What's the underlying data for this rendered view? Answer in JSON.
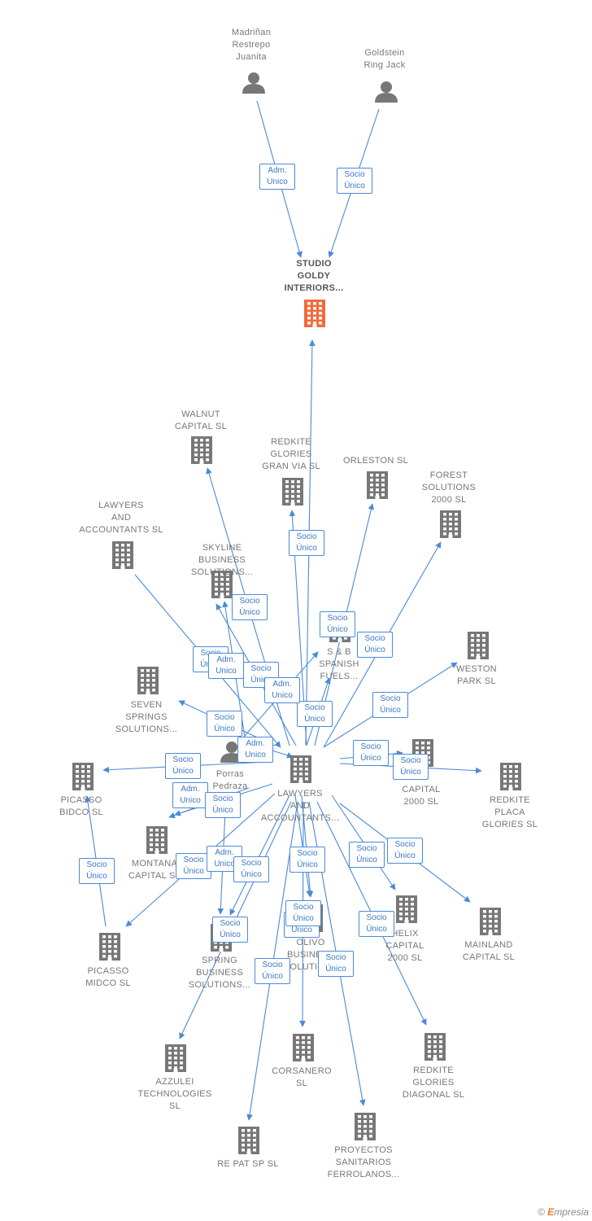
{
  "colors": {
    "edge": "#4a8ad7",
    "building": "#777777",
    "focus_building": "#f26b3a",
    "person": "#777777"
  },
  "nodes": [
    {
      "id": "madrinan",
      "type": "person",
      "label": "Madriñan\nRestrepo\nJuanita"
    },
    {
      "id": "goldstein",
      "type": "person",
      "label": "Goldstein\nRing Jack"
    },
    {
      "id": "studio",
      "type": "company",
      "focus": true,
      "label": "STUDIO\nGOLDY\nINTERIORS..."
    },
    {
      "id": "walnut",
      "type": "company",
      "label": "WALNUT\nCAPITAL  SL"
    },
    {
      "id": "redkite_gv",
      "type": "company",
      "label": "REDKITE\nGLORIES\nGRAN VIA  SL"
    },
    {
      "id": "orleston",
      "type": "company",
      "label": "ORLESTON  SL"
    },
    {
      "id": "forest",
      "type": "company",
      "label": "FOREST\nSOLUTIONS\n2000  SL"
    },
    {
      "id": "lawyers_top",
      "type": "company",
      "label": "LAWYERS\nAND\nACCOUNTANTS SL"
    },
    {
      "id": "skyline",
      "type": "company",
      "label": "SKYLINE\nBUSINESS\nSOLUTIONS..."
    },
    {
      "id": "sb_spanish",
      "type": "company",
      "label": "S & B\nSPANISH\nFUELS..."
    },
    {
      "id": "weston",
      "type": "company",
      "label": "WESTON\nPARK  SL"
    },
    {
      "id": "seven",
      "type": "company",
      "label": "SEVEN\nSPRINGS\nSOLUTIONS..."
    },
    {
      "id": "porras",
      "type": "person",
      "label": "Porras\nPedraza"
    },
    {
      "id": "lawyers_center",
      "type": "company",
      "label": "LAWYERS\nAND\nACCOUNTANTS..."
    },
    {
      "id": "x_capital",
      "type": "company",
      "label": "X\nCAPITAL\n2000  SL"
    },
    {
      "id": "redkite_placa",
      "type": "company",
      "label": "REDKITE\nPLACA\nGLORIES  SL"
    },
    {
      "id": "picasso_bidco",
      "type": "company",
      "label": "PICASSO\nBIDCO  SL"
    },
    {
      "id": "montana",
      "type": "company",
      "label": "MONTANA\nCAPITAL  SL"
    },
    {
      "id": "picasso_midco",
      "type": "company",
      "label": "PICASSO\nMIDCO  SL"
    },
    {
      "id": "spring",
      "type": "company",
      "label": "SPRING\nBUSINESS\nSOLUTIONS..."
    },
    {
      "id": "olivo",
      "type": "company",
      "label": "OLIVO\nBUSINESS\nSOLUTIONS"
    },
    {
      "id": "helix",
      "type": "company",
      "label": "HELIX\nCAPITAL\n2000  SL"
    },
    {
      "id": "mainland",
      "type": "company",
      "label": "MAINLAND\nCAPITAL  SL"
    },
    {
      "id": "azzulei",
      "type": "company",
      "label": "AZZULEI\nTECHNOLOGIES\nSL"
    },
    {
      "id": "corsanero",
      "type": "company",
      "label": "CORSANERO\nSL"
    },
    {
      "id": "redkite_diag",
      "type": "company",
      "label": "REDKITE\nGLORIES\nDIAGONAL  SL"
    },
    {
      "id": "repat",
      "type": "company",
      "label": "RE PAT SP  SL"
    },
    {
      "id": "proyectos",
      "type": "company",
      "label": "PROYECTOS\nSANITARIOS\nFERROLANOS..."
    }
  ],
  "edges": [
    {
      "from": "madrinan",
      "to": "studio",
      "label": "Adm.\nUnico"
    },
    {
      "from": "goldstein",
      "to": "studio",
      "label": "Socio\nÚnico"
    },
    {
      "from": "lawyers_center",
      "to": "studio",
      "label": ""
    },
    {
      "from": "lawyers_center",
      "to": "walnut",
      "label": "Socio\nÚnico"
    },
    {
      "from": "lawyers_center",
      "to": "redkite_gv",
      "label": "Socio\nÚnico"
    },
    {
      "from": "lawyers_center",
      "to": "orleston",
      "label": "Socio\nÚnico"
    },
    {
      "from": "lawyers_center",
      "to": "forest",
      "label": "Socio\nÚnico"
    },
    {
      "from": "lawyers_top",
      "to": "lawyers_center",
      "label": "Socio\nÚnico"
    },
    {
      "from": "porras",
      "to": "skyline",
      "label": "Adm.\nUnico"
    },
    {
      "from": "lawyers_center",
      "to": "skyline",
      "label": "Socio\nÚnico"
    },
    {
      "from": "lawyers_center",
      "to": "sb_spanish",
      "label": "Socio\nÚnico"
    },
    {
      "from": "porras",
      "to": "sb_spanish",
      "label": "Adm.\nUnico"
    },
    {
      "from": "lawyers_center",
      "to": "weston",
      "label": "Socio\nÚnico"
    },
    {
      "from": "lawyers_center",
      "to": "seven",
      "label": "Socio\nÚnico"
    },
    {
      "from": "porras",
      "to": "lawyers_center",
      "label": "Adm.\nUnico"
    },
    {
      "from": "lawyers_center",
      "to": "x_capital",
      "label": "Socio\nÚnico"
    },
    {
      "from": "lawyers_center",
      "to": "redkite_placa",
      "label": "Socio\nÚnico"
    },
    {
      "from": "lawyers_center",
      "to": "picasso_bidco",
      "label": "Socio\nÚnico"
    },
    {
      "from": "porras",
      "to": "montana",
      "label": "Adm.\nUnico"
    },
    {
      "from": "lawyers_center",
      "to": "montana",
      "label": "Socio\nÚnico"
    },
    {
      "from": "picasso_midco",
      "to": "picasso_bidco",
      "label": "Socio\nÚnico"
    },
    {
      "from": "lawyers_center",
      "to": "picasso_midco",
      "label": "Socio\nÚnico"
    },
    {
      "from": "porras",
      "to": "spring",
      "label": "Adm.\nUnico"
    },
    {
      "from": "lawyers_center",
      "to": "spring",
      "label": "Socio\nÚnico"
    },
    {
      "from": "porras",
      "to": "olivo",
      "label": "Adm.\nUnico"
    },
    {
      "from": "lawyers_center",
      "to": "olivo",
      "label": "Socio\nÚnico"
    },
    {
      "from": "lawyers_center",
      "to": "helix",
      "label": "Socio\nÚnico"
    },
    {
      "from": "lawyers_center",
      "to": "mainland",
      "label": "Socio\nÚnico"
    },
    {
      "from": "lawyers_center",
      "to": "azzulei",
      "label": "Socio\nÚnico"
    },
    {
      "from": "lawyers_center",
      "to": "corsanero",
      "label": "Socio\nÚnico"
    },
    {
      "from": "lawyers_center",
      "to": "redkite_diag",
      "label": "Socio\nÚnico"
    },
    {
      "from": "lawyers_center",
      "to": "repat",
      "label": "Socio\nÚnico"
    },
    {
      "from": "lawyers_center",
      "to": "proyectos",
      "label": "Socio\nÚnico"
    }
  ],
  "footer": {
    "copyright": "©",
    "brand_first": "E",
    "brand_rest": "mpresia"
  }
}
